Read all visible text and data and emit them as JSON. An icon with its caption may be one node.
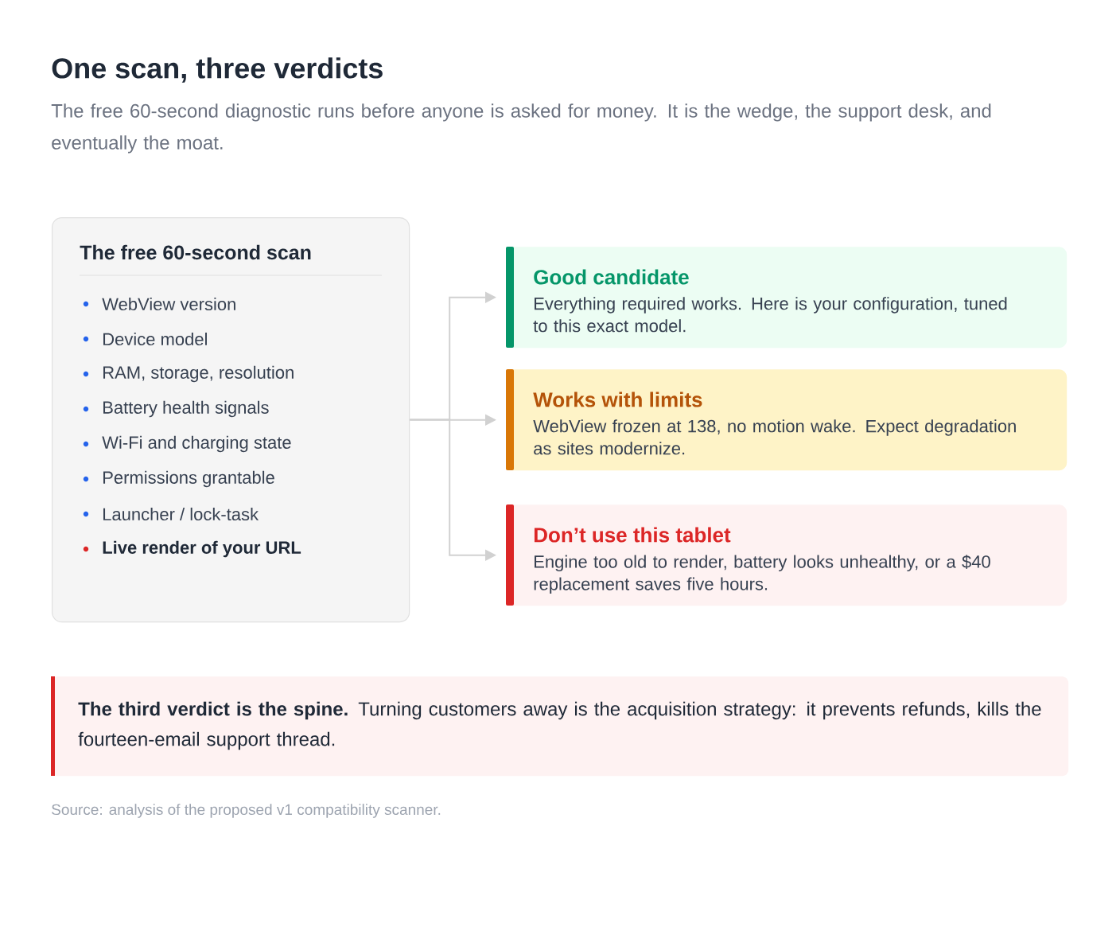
{
  "diagram": {
    "title": "One scan, three verdicts",
    "nodes": [
      {
        "text": [
          "The free 60-second scan",
          "WebView version",
          "Device model",
          "RAM, storage, resolution",
          "Battery health signals",
          "Wi-Fi and charging state",
          "Permissions grantable",
          "Launcher / lock-task",
          "Live render of your URL"
        ]
      },
      {
        "text": [
          "Good candidate",
          "Everything required works. Here is your configuration, tuned to this exact model."
        ]
      },
      {
        "text": [
          "Works with limits",
          "WebView frozen at 138, no motion wake. Expect degradation as sites modernize."
        ]
      },
      {
        "text": [
          "Don’t use this tablet",
          "Engine too old to render, battery looks unhealthy, or a $40 replacement saves five hours."
        ]
      },
      {
        "text": [
          "**The third verdict is the spine.** Turning customers away is the acquisition strategy: it prevents refunds, kills the fourteen-email support thread."
        ]
      }
    ],
    "edges": [
      {
        "from": 0,
        "to": 1,
        "arrow": "to"
      },
      {
        "from": 0,
        "to": 2,
        "arrow": "to"
      },
      {
        "from": 0,
        "to": 3,
        "arrow": "to"
      }
    ],
    "labels": [
      "The free 60-second diagnostic runs before anyone is asked for money. It is the wedge, the support desk, and eventually the moat."
    ],
    "caption": "Source: analysis of the proposed v1 compatibility scanner."
  }
}
